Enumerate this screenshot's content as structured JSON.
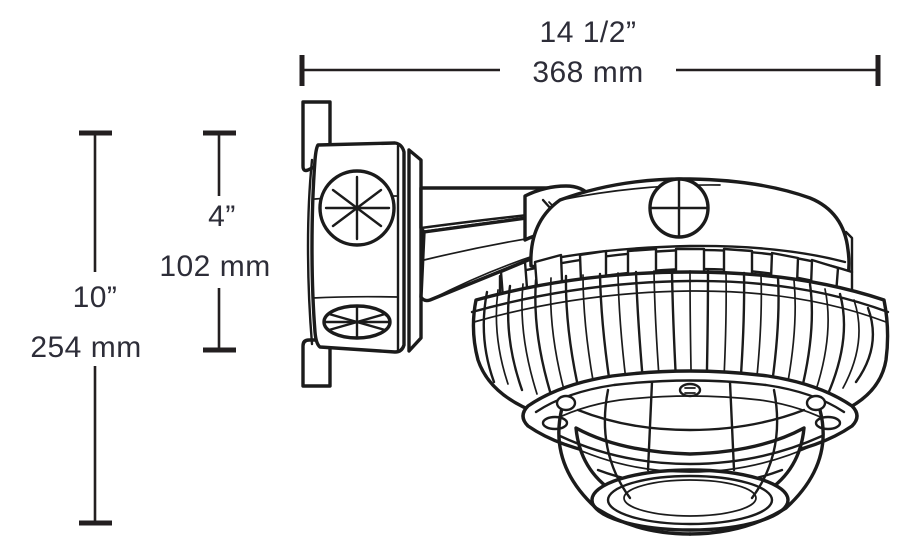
{
  "drawing": {
    "title": "Wall-mount vapor-tight luminaire dimension drawing",
    "background_color": "#ffffff",
    "line_color": "#1b1b1b",
    "text_color": "#2d2d38"
  },
  "dimensions": {
    "width": {
      "name": "overall-width",
      "imperial": "14 1/2”",
      "metric": "368 mm",
      "orientation": "horizontal",
      "position": "top"
    },
    "height_bracket": {
      "name": "bracket-height",
      "imperial": "4”",
      "metric": "102 mm",
      "orientation": "vertical",
      "position": "left-inner"
    },
    "height_overall": {
      "name": "overall-height",
      "imperial": "10”",
      "metric": "254 mm",
      "orientation": "vertical",
      "position": "left-outer"
    }
  },
  "fixture": {
    "parts": [
      {
        "name": "wall-mount-backplate",
        "label": "Wall mount backplate"
      },
      {
        "name": "junction-box-body",
        "label": "Junction box body"
      },
      {
        "name": "upper-mounting-screw",
        "label": "Upper Phillips screw"
      },
      {
        "name": "lower-mounting-screw",
        "label": "Lower Phillips screw"
      },
      {
        "name": "support-arm",
        "label": "Support arm"
      },
      {
        "name": "knuckle-joint",
        "label": "Knuckle joint"
      },
      {
        "name": "top-housing",
        "label": "Top housing dome"
      },
      {
        "name": "housing-screw",
        "label": "Housing Phillips screw"
      },
      {
        "name": "heat-sink-fins",
        "label": "Radial heat sink fins"
      },
      {
        "name": "lens-collar",
        "label": "Lens collar"
      },
      {
        "name": "wire-guard",
        "label": "Wire guard cage"
      },
      {
        "name": "glass-globe",
        "label": "Glass globe lens"
      }
    ]
  }
}
